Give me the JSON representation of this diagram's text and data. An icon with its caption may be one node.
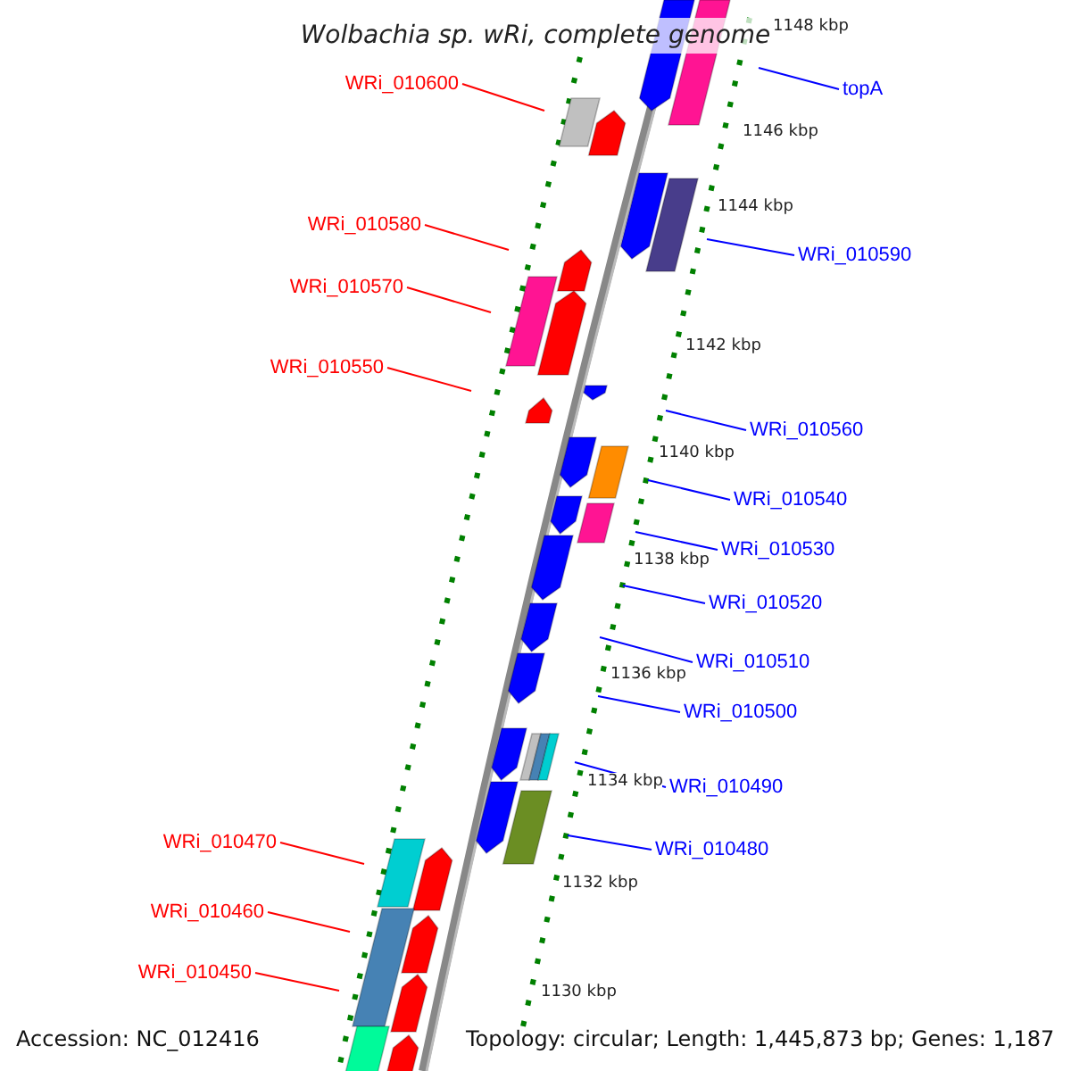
{
  "diagram": {
    "title": "Wolbachia sp. wRi, complete genome",
    "nodes": [
      {
        "text": [
          "WRi_010600"
        ]
      },
      {
        "text": [
          "topA"
        ]
      },
      {
        "text": [
          "WRi_010580"
        ]
      },
      {
        "text": [
          "WRi_010590"
        ]
      },
      {
        "text": [
          "WRi_010570"
        ]
      },
      {
        "text": [
          "WRi_010550"
        ]
      },
      {
        "text": [
          "WRi_010560"
        ]
      },
      {
        "text": [
          "WRi_010540"
        ]
      },
      {
        "text": [
          "WRi_010530"
        ]
      },
      {
        "text": [
          "WRi_010520"
        ]
      },
      {
        "text": [
          "WRi_010510"
        ]
      },
      {
        "text": [
          "WRi_010500"
        ]
      },
      {
        "text": [
          "WRi_010490"
        ]
      },
      {
        "text": [
          "WRi_010480"
        ]
      },
      {
        "text": [
          "WRi_010470"
        ]
      },
      {
        "text": [
          "WRi_010460"
        ]
      },
      {
        "text": [
          "WRi_010450"
        ]
      }
    ],
    "edges": [
      {
        "from": 0,
        "to": null,
        "arrow": "none",
        "color": "#ff0000"
      },
      {
        "from": 1,
        "to": null,
        "arrow": "none"
      },
      {
        "from": 2,
        "to": null,
        "arrow": "none",
        "color": "#ff0000"
      },
      {
        "from": 3,
        "to": null,
        "arrow": "none"
      },
      {
        "from": 4,
        "to": null,
        "arrow": "none",
        "color": "#ff0000"
      },
      {
        "from": 5,
        "to": null,
        "arrow": "none",
        "color": "#ff0000"
      },
      {
        "from": 6,
        "to": null,
        "arrow": "none"
      },
      {
        "from": 7,
        "to": null,
        "arrow": "none"
      },
      {
        "from": 8,
        "to": null,
        "arrow": "none"
      },
      {
        "from": 9,
        "to": null,
        "arrow": "none"
      },
      {
        "from": 10,
        "to": null,
        "arrow": "none"
      },
      {
        "from": 11,
        "to": null,
        "arrow": "none"
      },
      {
        "from": 12,
        "to": null,
        "arrow": "none"
      },
      {
        "from": 13,
        "to": null,
        "arrow": "none"
      },
      {
        "from": 14,
        "to": null,
        "arrow": "none",
        "color": "#ff0000"
      },
      {
        "from": 15,
        "to": null,
        "arrow": "none",
        "color": "#ff0000"
      },
      {
        "from": 16,
        "to": null,
        "arrow": "none",
        "color": "#ff0000"
      }
    ],
    "labels": [
      "1148 kbp",
      "1146 kbp",
      "1144 kbp",
      "1142 kbp",
      "1140 kbp",
      "1138 kbp",
      "1136 kbp",
      "1134 kbp",
      "1132 kbp",
      "1130 kbp",
      "Accession: NC_012416",
      "Topology: circular; Length: 1,445,873 bp; Genes: 1,187"
    ]
  }
}
